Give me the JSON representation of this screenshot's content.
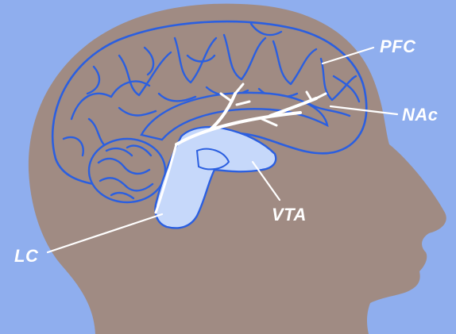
{
  "colors": {
    "background": "#8faeee",
    "head": "#a08b83",
    "outline": "#2b5fe0",
    "brainstem": "#c6d8fa",
    "pathway": "#ffffff",
    "label": "#ffffff"
  },
  "labels": {
    "pfc": "PFC",
    "nac": "NAc",
    "vta": "VTA",
    "lc": "LC"
  }
}
